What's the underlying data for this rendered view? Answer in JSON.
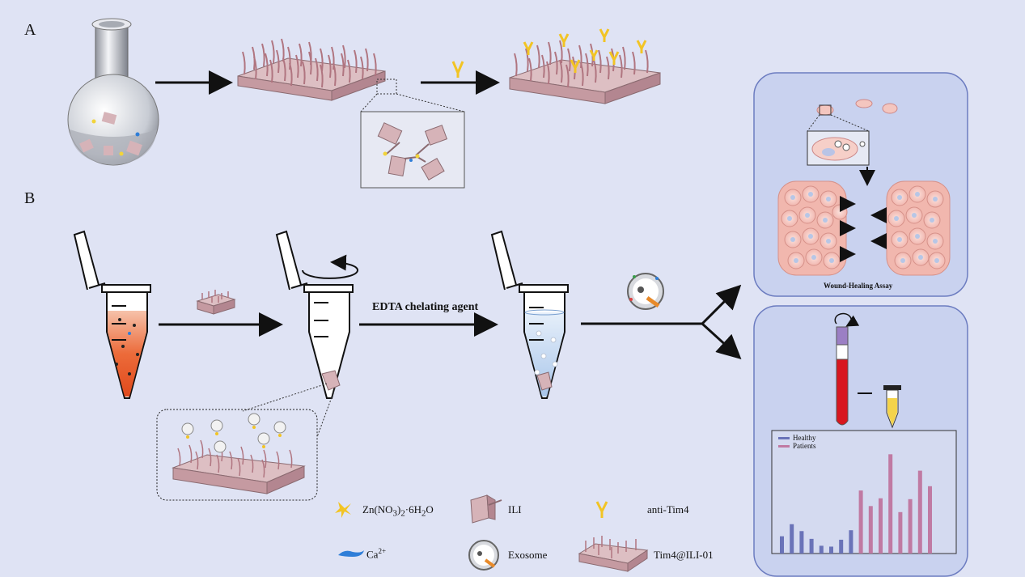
{
  "panels": {
    "a_label": "A",
    "b_label": "B"
  },
  "step_label": "EDTA chelating  agent",
  "wound_assay_title": "Wound-Healing Assay",
  "chart_data": {
    "type": "bar",
    "title": "",
    "xlabel": "",
    "ylabel": "",
    "ylim": [
      0,
      12
    ],
    "legend_placement": "top-left",
    "series": [
      {
        "name": "Healthy",
        "color": "#6a73b8",
        "values": [
          2.0,
          3.4,
          2.6,
          1.7,
          0.9,
          0.8,
          1.6,
          2.7
        ]
      },
      {
        "name": "Patients",
        "color": "#c07aa3",
        "values": [
          7.3,
          5.5,
          6.4,
          11.5,
          4.8,
          6.3,
          9.6,
          7.8
        ]
      }
    ]
  },
  "legend": {
    "zn": {
      "main": "Zn(NO",
      "sub1": "3",
      "mid": ")",
      "sub2": "2",
      "tail": "·6H",
      "sub3": "2",
      "end": "O"
    },
    "ili": "ILI",
    "anti_tim4": "anti-Tim4",
    "ca": {
      "main": "Ca",
      "sup": "2+"
    },
    "exosome": "Exosome",
    "tim4_ili": "Tim4@ILI-01"
  },
  "colors": {
    "background": "#dfe3f4",
    "box": "#c9d2ef",
    "box_border": "#6c7cc0",
    "block": "#d6b3b8",
    "tube_red": "#e8572a",
    "tube_blue": "#bcd4f0"
  }
}
